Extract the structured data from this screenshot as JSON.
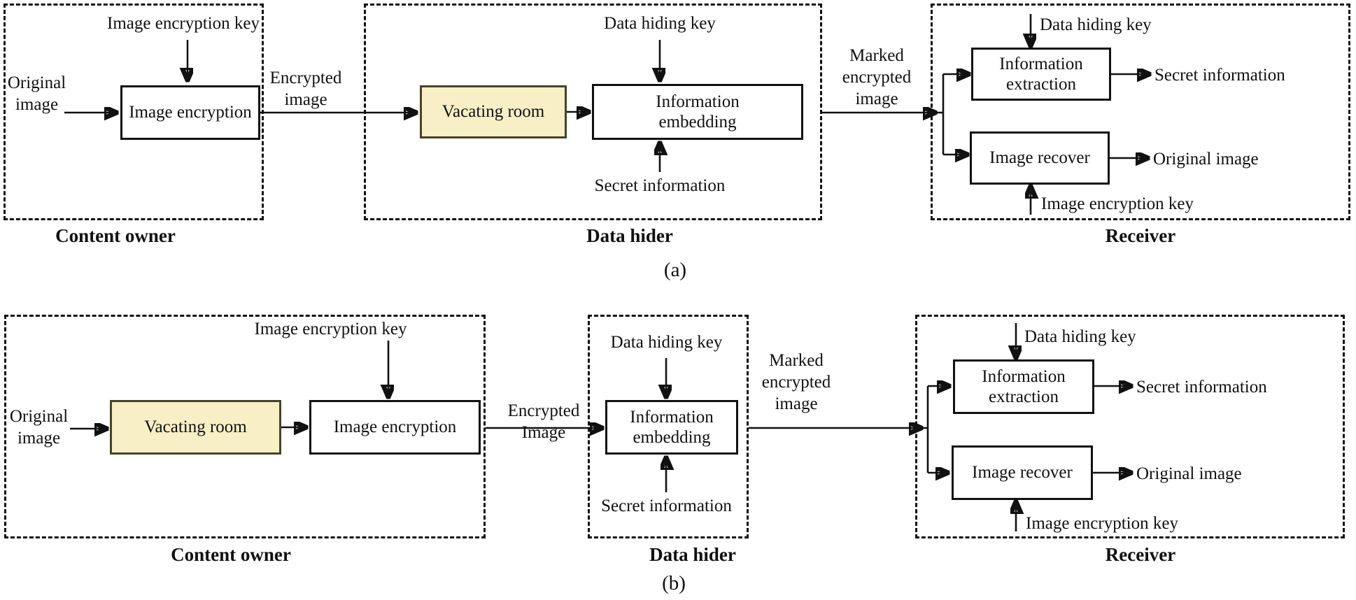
{
  "figure": {
    "a": {
      "caption": "(a)",
      "content_owner": {
        "label": "Content owner",
        "original_image": "Original image",
        "image_encryption_key": "Image encryption key",
        "image_encryption_box": "Image encryption"
      },
      "encrypted_image": "Encrypted image",
      "data_hider": {
        "label": "Data hider",
        "vacating_room_box": "Vacating room",
        "data_hiding_key": "Data hiding key",
        "information_embedding_box": "Information embedding",
        "secret_information": "Secret information"
      },
      "marked_encrypted_image": "Marked encrypted image",
      "receiver": {
        "label": "Receiver",
        "data_hiding_key": "Data hiding key",
        "information_extraction_box": "Information extraction",
        "secret_information": "Secret information",
        "image_recover_box": "Image recover",
        "original_image": "Original image",
        "image_encryption_key": "Image encryption key"
      }
    },
    "b": {
      "caption": "(b)",
      "content_owner": {
        "label": "Content owner",
        "original_image": "Original image",
        "vacating_room_box": "Vacating room",
        "image_encryption_key": "Image encryption key",
        "image_encryption_box": "Image encryption"
      },
      "encrypted_image": "Encrypted Image",
      "data_hider": {
        "label": "Data hider",
        "data_hiding_key": "Data hiding key",
        "information_embedding_box": "Information embedding",
        "secret_information": "Secret information"
      },
      "marked_encrypted_image": "Marked encrypted image",
      "receiver": {
        "label": "Receiver",
        "data_hiding_key": "Data hiding key",
        "information_extraction_box": "Information extraction",
        "secret_information": "Secret information",
        "image_recover_box": "Image recover",
        "original_image": "Original image",
        "image_encryption_key": "Image encryption key"
      }
    }
  },
  "colors": {
    "highlight_fill": "#f9efc6",
    "highlight_border": "#45442a",
    "line": "#111111",
    "text": "#111111",
    "background": "#ffffff"
  }
}
